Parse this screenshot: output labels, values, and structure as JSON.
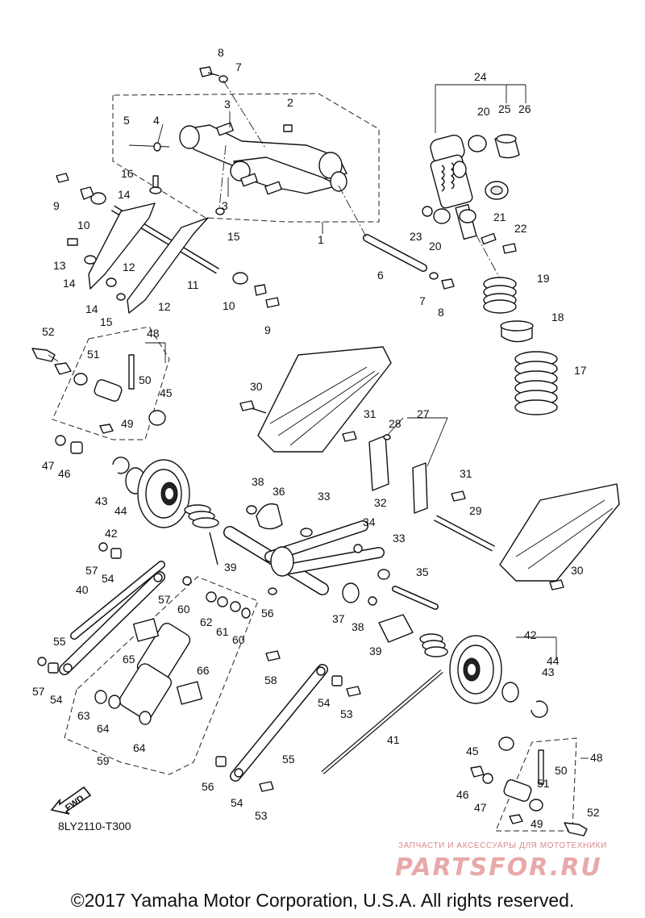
{
  "diagram": {
    "code": "8LY2110-T300",
    "copyright": "©2017 Yamaha Motor Corporation, U.S.A. All rights reserved.",
    "fwd_label": "FWD",
    "watermark_top": "ЗАПЧАСТИ И АКСЕССУАРЫ ДЛЯ МОТОТЕХНИКИ",
    "watermark_logo": "PARTSFOR.RU",
    "callouts": [
      "8",
      "7",
      "3",
      "2",
      "5",
      "4",
      "3",
      "15",
      "1",
      "16",
      "14",
      "9",
      "10",
      "12",
      "13",
      "14",
      "12",
      "11",
      "14",
      "15",
      "10",
      "9",
      "24",
      "20",
      "25",
      "26",
      "23",
      "20",
      "21",
      "22",
      "6",
      "7",
      "8",
      "19",
      "18",
      "17",
      "52",
      "48",
      "51",
      "50",
      "45",
      "49",
      "47",
      "46",
      "30",
      "31",
      "28",
      "27",
      "31",
      "38",
      "36",
      "33",
      "32",
      "34",
      "33",
      "29",
      "30",
      "43",
      "44",
      "42",
      "57",
      "54",
      "40",
      "57",
      "60",
      "62",
      "61",
      "60",
      "56",
      "39",
      "35",
      "37",
      "38",
      "39",
      "55",
      "65",
      "66",
      "57",
      "54",
      "63",
      "64",
      "59",
      "64",
      "58",
      "54",
      "53",
      "55",
      "41",
      "42",
      "44",
      "43",
      "45",
      "50",
      "48",
      "46",
      "47",
      "51",
      "49",
      "52",
      "56",
      "54",
      "53"
    ]
  }
}
